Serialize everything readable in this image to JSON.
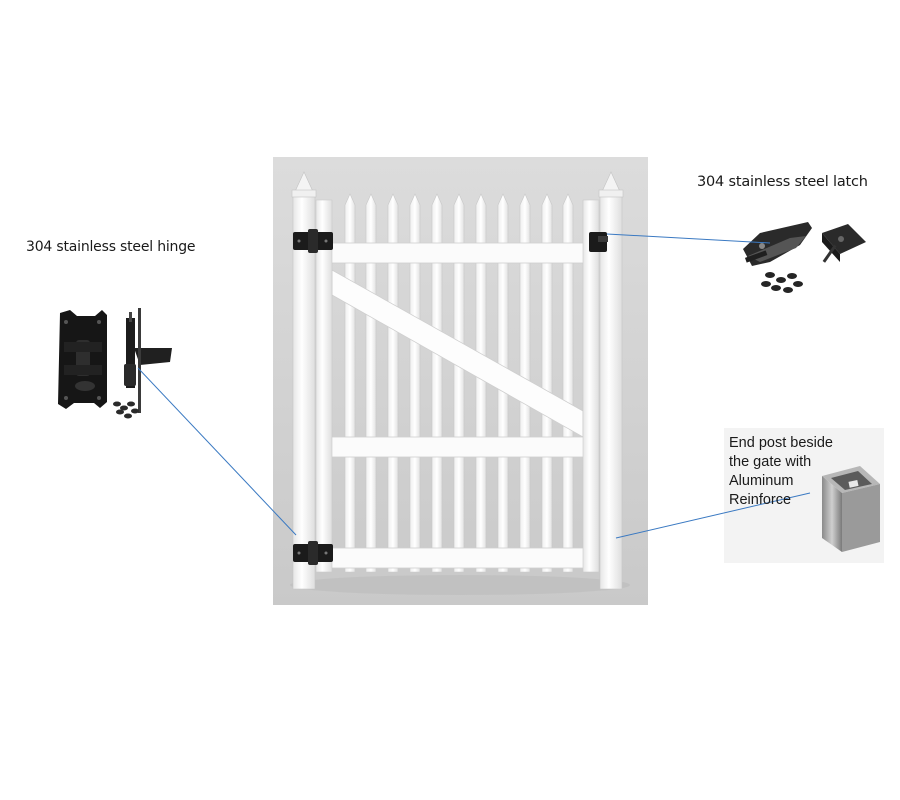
{
  "annotations": {
    "hinge": "304 stainless steel hinge",
    "latch": "304 stainless steel latch",
    "post": [
      "End post beside",
      "the gate with",
      "Aluminum",
      "Reinforce"
    ]
  },
  "colors": {
    "leader_line": "#3a79c2",
    "gate_background": "#d2d2d2",
    "vinyl": "#fafafa",
    "hardware": "#1b1b1b"
  },
  "icons": [
    "gate-image",
    "hinge-hardware-image",
    "latch-hardware-image",
    "aluminum-reinforce-image"
  ]
}
